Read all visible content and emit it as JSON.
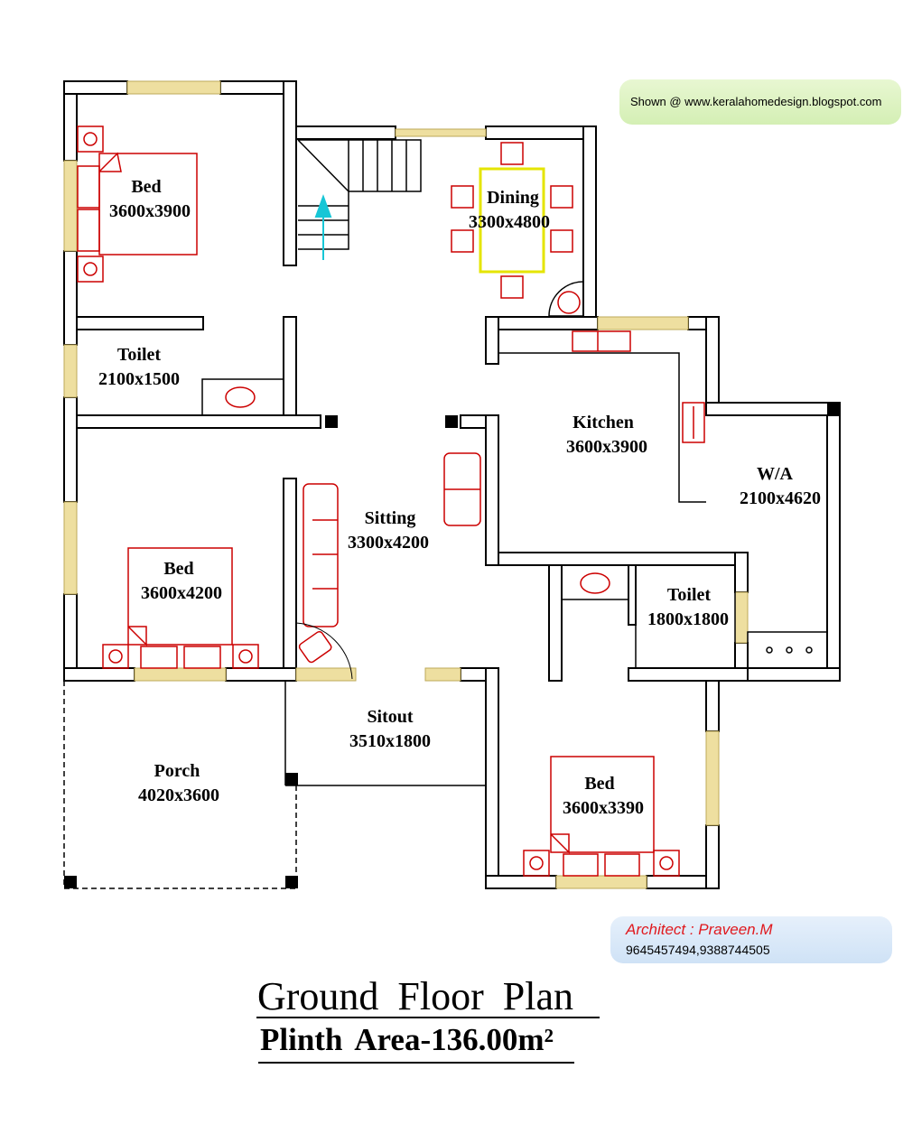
{
  "credit": {
    "shown_at": "Shown @  www.keralahomedesign.blogspot.com",
    "architect": "Architect : Praveen.M",
    "phone": "9645457494,9388744505"
  },
  "title": {
    "main": "Ground  Floor  Plan",
    "area": "Plinth  Area-136.00m²"
  },
  "rooms": {
    "bed1": {
      "name": "Bed",
      "size": "3600x3900"
    },
    "dining": {
      "name": "Dining",
      "size": "3300x4800"
    },
    "toilet1": {
      "name": "Toilet",
      "size": "2100x1500"
    },
    "kitchen": {
      "name": "Kitchen",
      "size": "3600x3900"
    },
    "wa": {
      "name": "W/A",
      "size": "2100x4620"
    },
    "sitting": {
      "name": "Sitting",
      "size": "3300x4200"
    },
    "bed2": {
      "name": "Bed",
      "size": "3600x4200"
    },
    "toilet2": {
      "name": "Toilet",
      "size": "1800x1800"
    },
    "sitout": {
      "name": "Sitout",
      "size": "3510x1800"
    },
    "porch": {
      "name": "Porch",
      "size": "4020x3600"
    },
    "bed3": {
      "name": "Bed",
      "size": "3600x3390"
    }
  },
  "colors": {
    "wall": "#000000",
    "fixture": "#cc0000",
    "window": "#eedfa0",
    "table": "#e5e500",
    "arrow": "#17c6d6"
  }
}
